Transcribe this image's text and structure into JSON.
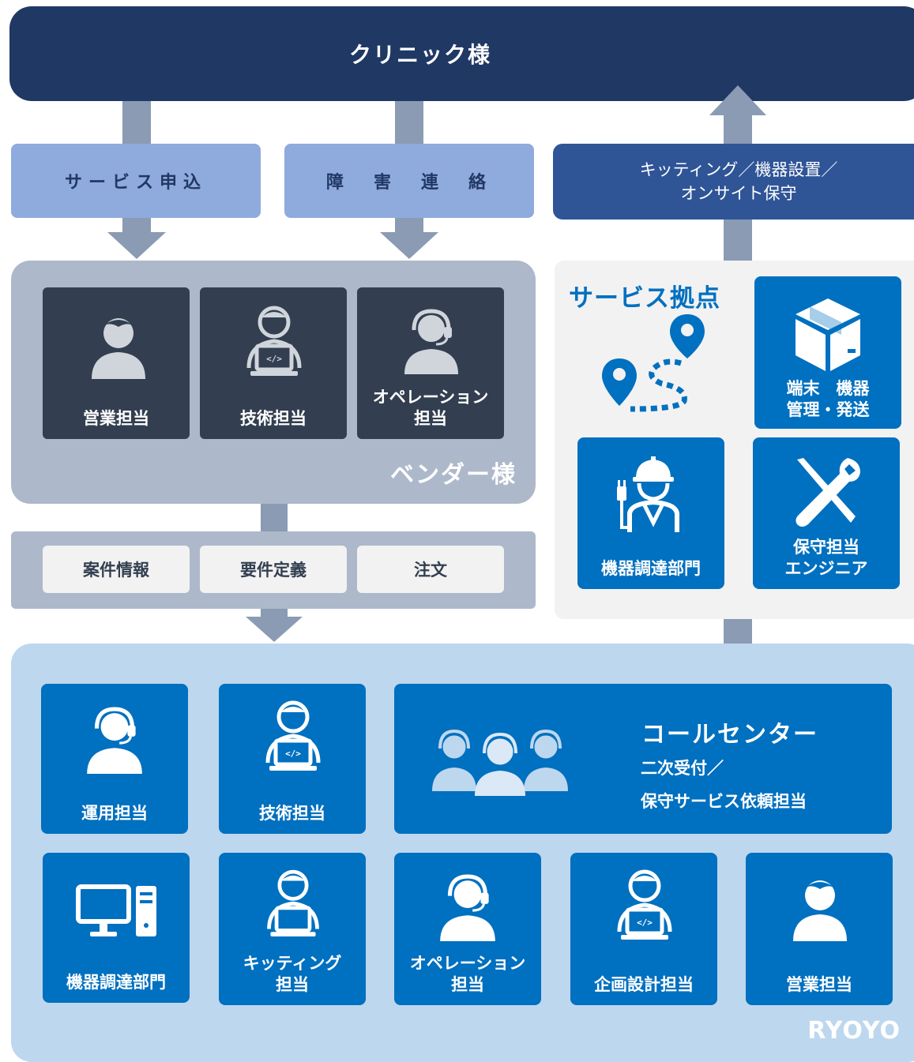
{
  "clinic": {
    "title": "クリニック様"
  },
  "flows": {
    "service_request": "サービス申込",
    "incident_report": "障　害　連　絡",
    "kitting": {
      "line1": "キッティング／機器設置／",
      "line2": "オンサイト保守"
    }
  },
  "vendor": {
    "title": "ベンダー様",
    "roles": [
      {
        "label_line1": "営業担当",
        "label_line2": "",
        "icon": "person-icon"
      },
      {
        "label_line1": "技術担当",
        "label_line2": "",
        "icon": "engineer-laptop-icon"
      },
      {
        "label_line1": "オペレーション",
        "label_line2": "担当",
        "icon": "headset-operator-icon"
      }
    ],
    "documents": [
      "案件情報",
      "要件定義",
      "注文"
    ]
  },
  "service_base": {
    "title": "サービス拠点",
    "route_icon": "route-pin-icon",
    "cards": [
      {
        "label_line1": "端末　機器",
        "label_line2": "管理・発送",
        "icon": "box-icon"
      },
      {
        "label_line1": "機器調達部門",
        "label_line2": "",
        "icon": "field-worker-icon"
      },
      {
        "label_line1": "保守担当",
        "label_line2": "エンジニア",
        "icon": "tools-icon"
      }
    ]
  },
  "ryoyo": {
    "title": "RYOYO",
    "top_row": [
      {
        "label_line1": "運用担当",
        "label_line2": "",
        "icon": "headset-operator-icon"
      },
      {
        "label_line1": "技術担当",
        "label_line2": "",
        "icon": "engineer-laptop-icon"
      }
    ],
    "call_center": {
      "title": "コールセンター",
      "line1": "二次受付／",
      "line2": "保守サービス依頼担当",
      "icon": "call-center-group-icon"
    },
    "bottom_row": [
      {
        "label_line1": "機器調達部門",
        "label_line2": "",
        "icon": "desktop-pc-icon"
      },
      {
        "label_line1": "キッティング",
        "label_line2": "担当",
        "icon": "person-laptop-icon"
      },
      {
        "label_line1": "オペレーション",
        "label_line2": "担当",
        "icon": "headset-operator-icon"
      },
      {
        "label_line1": "企画設計担当",
        "label_line2": "",
        "icon": "engineer-laptop-icon"
      },
      {
        "label_line1": "営業担当",
        "label_line2": "",
        "icon": "person-icon"
      }
    ]
  },
  "colors": {
    "navy": "#203864",
    "light_blue": "#8faadc",
    "mid_blue": "#2f5597",
    "gray_panel": "#adb9ca",
    "dark_card": "#333f50",
    "brand_blue": "#0070c0",
    "pale_blue": "#bdd7ee",
    "arrow": "#8a9bb3"
  }
}
